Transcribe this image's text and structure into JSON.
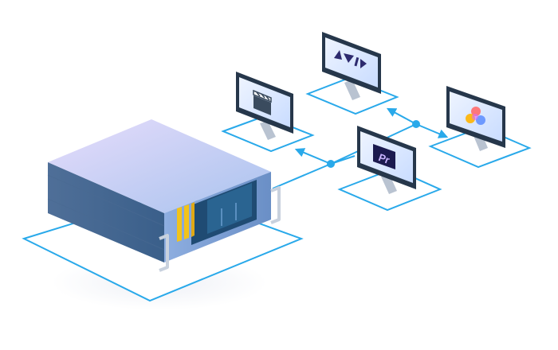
{
  "diagram": {
    "colors": {
      "line": "#29a9ea",
      "pad": "#ffffff",
      "server_top": "#c9c9f3",
      "server_front": "#7f9ed2",
      "server_side": "#5b7da5",
      "bezel": "#1f4b73",
      "accent_yellow": "#f2c31a",
      "monitor_frame": "#26374b",
      "monitor_screen": "#d7e6ff"
    },
    "server": {
      "name": "storage-server"
    },
    "workstations": [
      {
        "id": "ws-clapper",
        "app_icon": "clapperboard-icon"
      },
      {
        "id": "ws-avid",
        "app_icon": "avid-logo-icon"
      },
      {
        "id": "ws-premiere",
        "app_icon": "premiere-pro-icon",
        "icon_text": "Pr"
      },
      {
        "id": "ws-resolve",
        "app_icon": "davinci-resolve-icon"
      }
    ]
  }
}
